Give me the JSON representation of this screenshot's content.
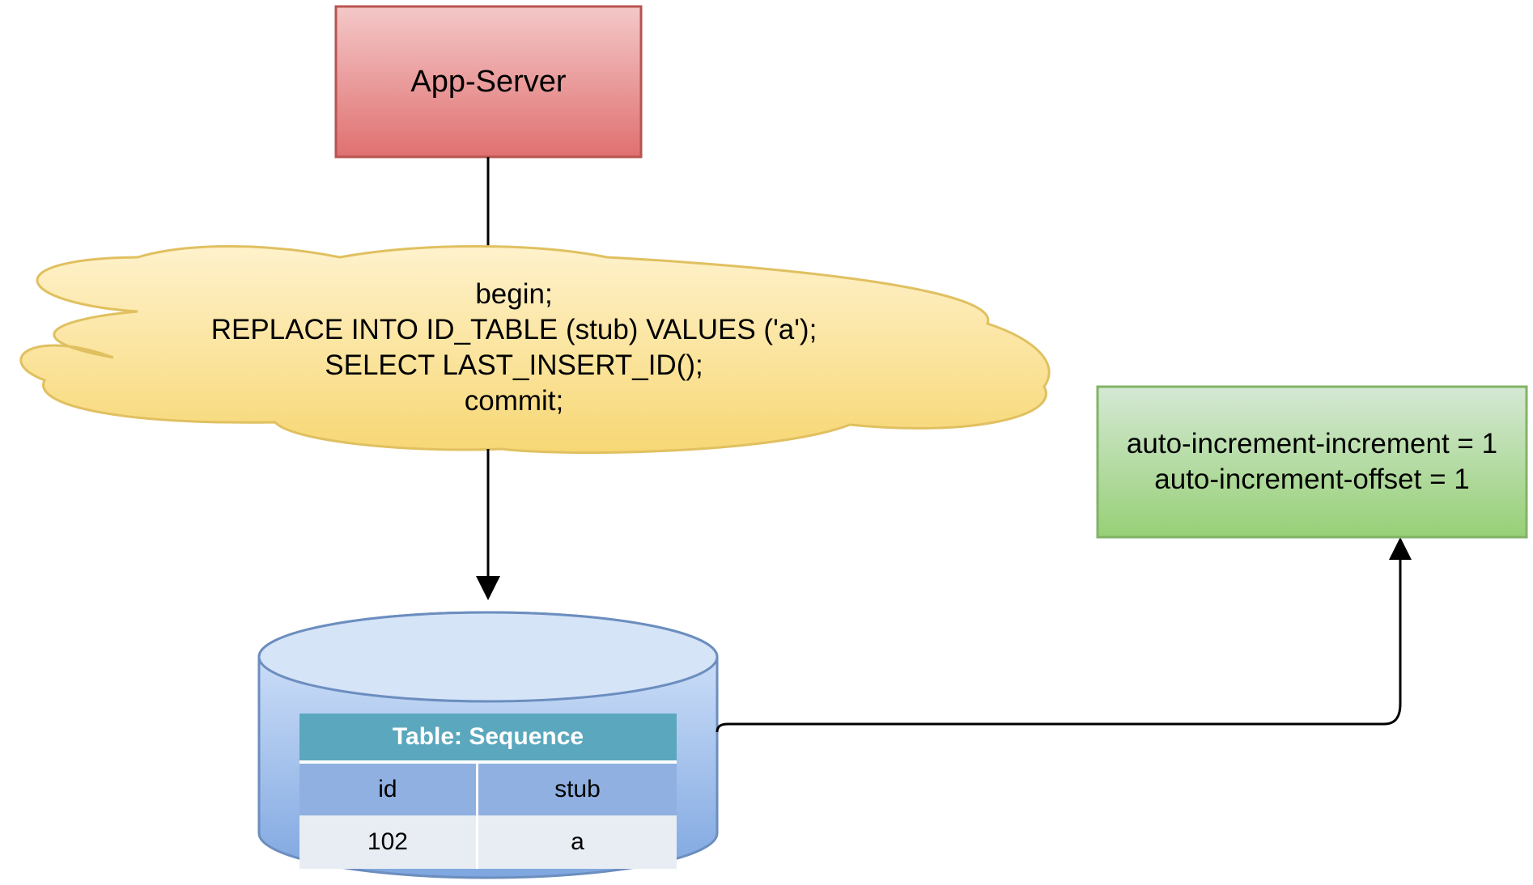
{
  "app_server": {
    "label": "App-Server"
  },
  "sql_cloud": {
    "lines": [
      "begin;",
      "REPLACE INTO ID_TABLE (stub) VALUES ('a');",
      "SELECT LAST_INSERT_ID();",
      "commit;"
    ]
  },
  "config": {
    "lines": [
      "auto-increment-increment = 1",
      "auto-increment-offset = 1"
    ]
  },
  "sequence_table": {
    "caption": "Table: Sequence",
    "columns": [
      "id",
      "stub"
    ],
    "rows": [
      [
        "102",
        "a"
      ]
    ]
  },
  "colors": {
    "app_server_fill_top": "#f4c8c8",
    "app_server_fill_bottom": "#e07070",
    "app_server_stroke": "#b85450",
    "cloud_fill_top": "#fff2cc",
    "cloud_fill_bottom": "#f7d774",
    "cloud_stroke": "#e0c060",
    "config_fill_top": "#d5e8d4",
    "config_fill_bottom": "#97d077",
    "config_stroke": "#82b366",
    "db_fill_top": "#dae8fc",
    "db_fill_bottom": "#7ea6e0",
    "db_stroke": "#6c8ebf",
    "table_caption": "#5ba8be",
    "table_header": "#8fb0e0",
    "table_cell": "#e8edf3"
  }
}
